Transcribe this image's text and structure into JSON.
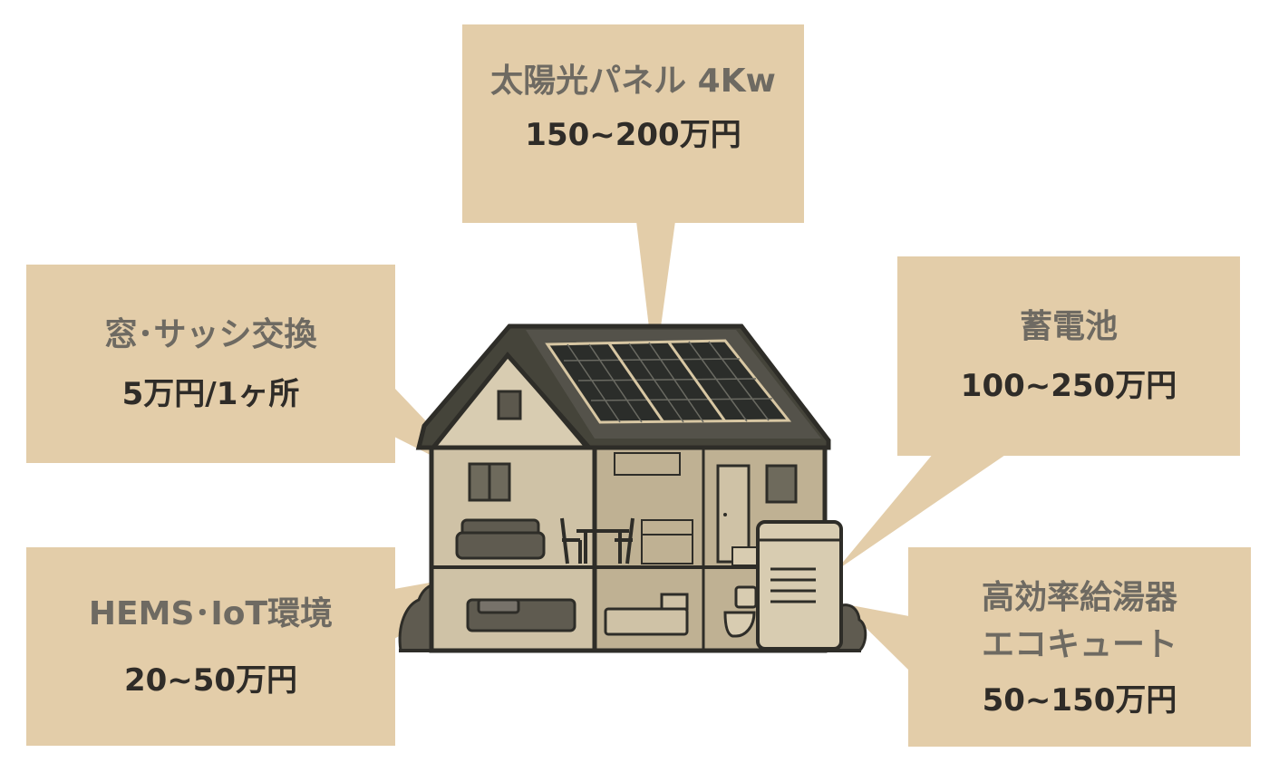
{
  "colors": {
    "callout_bg": "#e3cda9",
    "name_text": "#6e6a62",
    "price_text": "#2f2c28",
    "house_wall": "#cfc2a6",
    "house_outline": "#2e2d28",
    "roof": "#45443a",
    "solar_panel": "#2b2d2a",
    "solar_frame": "#d8c7a3"
  },
  "callouts": {
    "solar": {
      "name": "太陽光パネル 4Kw",
      "price": "150~200万円"
    },
    "window": {
      "name": "窓･サッシ交換",
      "price": "5万円/1ヶ所"
    },
    "hems": {
      "name": "HEMS･IoT環境",
      "price": "20~50万円"
    },
    "battery": {
      "name": "蓄電池",
      "price": "100~250万円"
    },
    "water_heater": {
      "name_line1": "高効率給湯器",
      "name_line2": "エコキュート",
      "price": "50~150万円"
    }
  },
  "icons": [
    "house-illustration",
    "solar-panel-icon",
    "sofa-icon",
    "dining-table-icon",
    "bed-icon",
    "toilet-icon",
    "water-heater-unit-icon",
    "shrub-icon"
  ]
}
